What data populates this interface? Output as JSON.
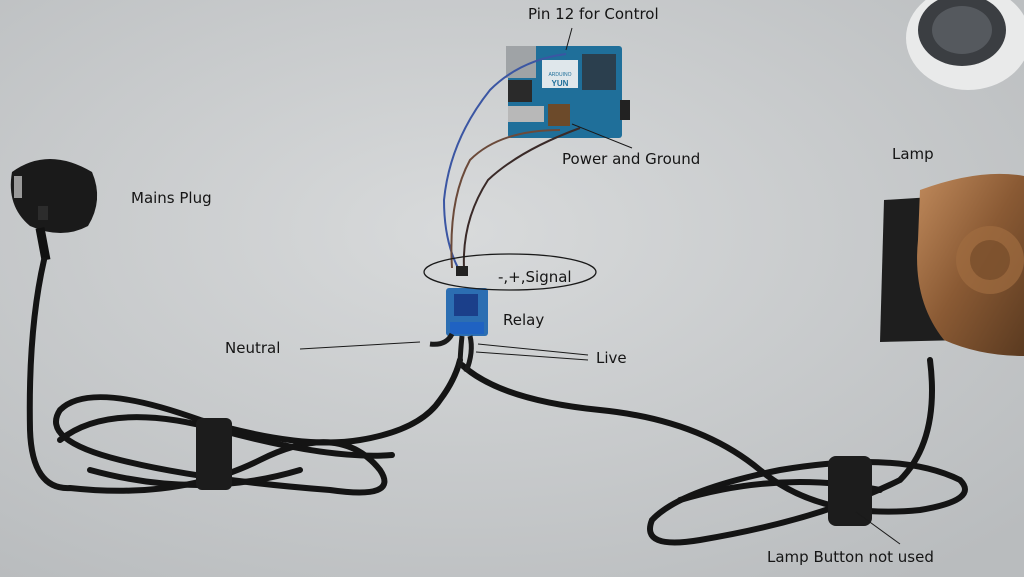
{
  "labels": {
    "pin12": "Pin 12 for Control",
    "power_ground": "Power and Ground",
    "lamp": "Lamp",
    "mains_plug": "Mains Plug",
    "signal": "-,+,Signal",
    "relay": "Relay",
    "neutral": "Neutral",
    "live": "Live",
    "lamp_button": "Lamp Button not used"
  },
  "board": {
    "brand_text": "ARDUINO",
    "model_text": "YUN"
  },
  "colors": {
    "background": "#c9cccd",
    "board_blue": "#1f6f9a",
    "relay_blue": "#2c6eb2",
    "cable_black": "#141414",
    "lamp_bronze": "#8a5a34"
  }
}
